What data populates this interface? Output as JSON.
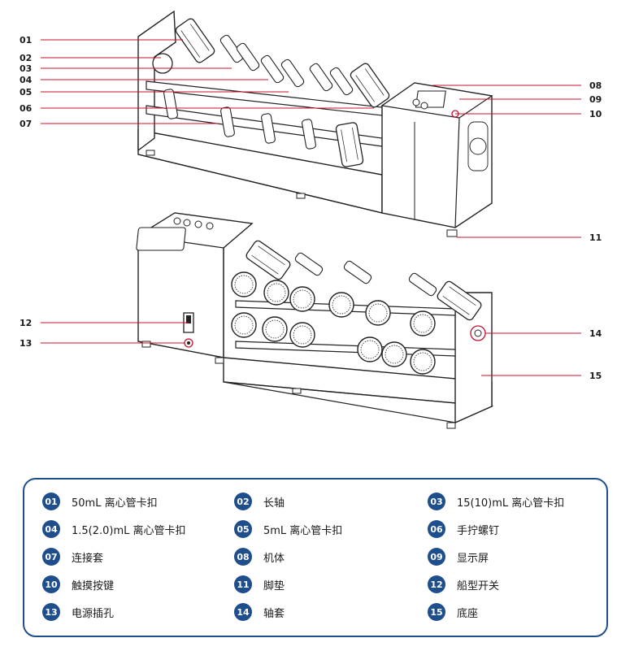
{
  "accent_color": "#1f4e8c",
  "leader_color": "#c8102e",
  "callouts_top": [
    "01",
    "02",
    "03",
    "04",
    "05",
    "06",
    "07"
  ],
  "callouts_right": [
    "08",
    "09",
    "10",
    "11"
  ],
  "callouts_lower_left": [
    "12",
    "13"
  ],
  "callouts_lower_right": [
    "14",
    "15"
  ],
  "legend": [
    {
      "num": "01",
      "label": "50mL 离心管卡扣"
    },
    {
      "num": "02",
      "label": "长轴"
    },
    {
      "num": "03",
      "label": "15(10)mL 离心管卡扣"
    },
    {
      "num": "04",
      "label": "1.5(2.0)mL 离心管卡扣"
    },
    {
      "num": "05",
      "label": "5mL 离心管卡扣"
    },
    {
      "num": "06",
      "label": "手拧螺钉"
    },
    {
      "num": "07",
      "label": "连接套"
    },
    {
      "num": "08",
      "label": "机体"
    },
    {
      "num": "09",
      "label": "显示屏"
    },
    {
      "num": "10",
      "label": "触摸按键"
    },
    {
      "num": "11",
      "label": "脚垫"
    },
    {
      "num": "12",
      "label": "船型开关"
    },
    {
      "num": "13",
      "label": "电源插孔"
    },
    {
      "num": "14",
      "label": "轴套"
    },
    {
      "num": "15",
      "label": "底座"
    }
  ]
}
